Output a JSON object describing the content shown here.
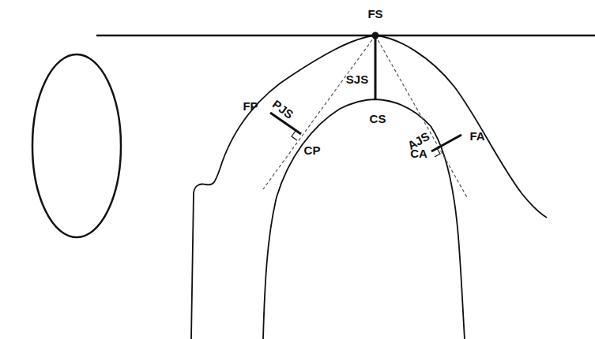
{
  "diagram": {
    "labels": [
      "FS",
      "SJS",
      "FP",
      "PJS",
      "CS",
      "AJS",
      "FA",
      "CP",
      "CA"
    ]
  }
}
